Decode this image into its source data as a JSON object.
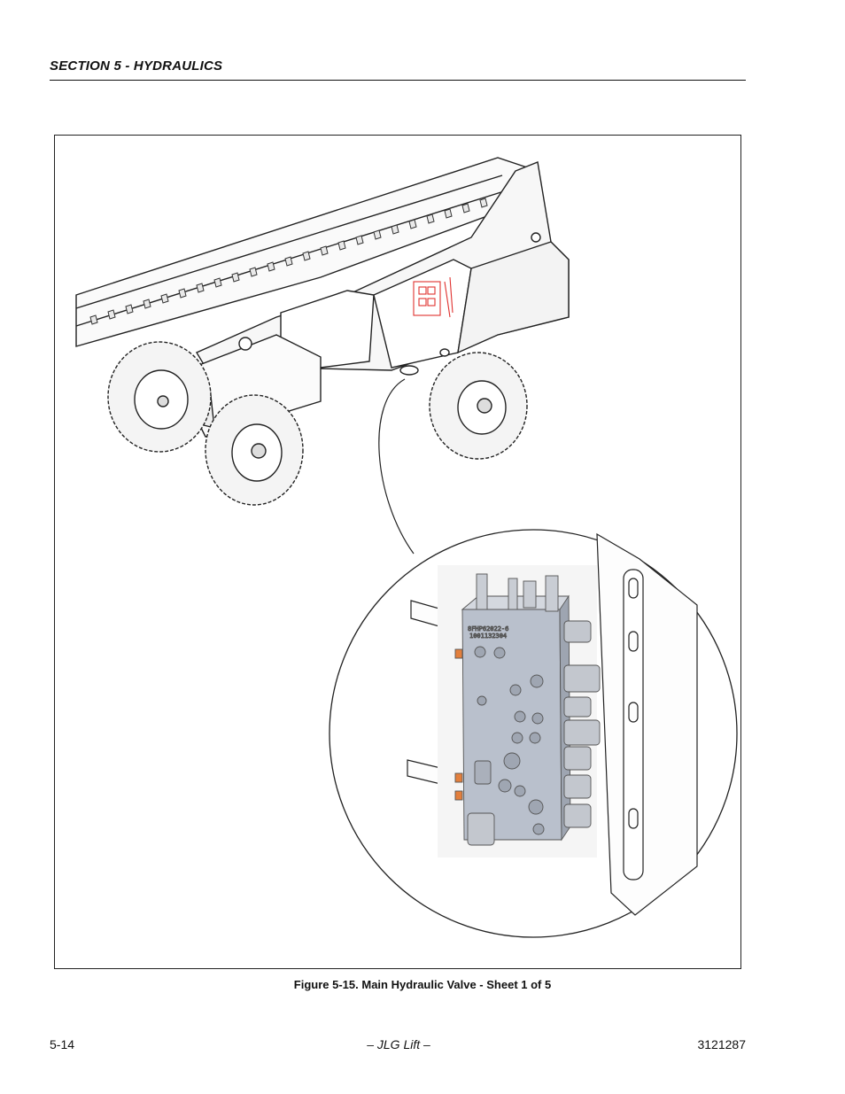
{
  "header": {
    "section_title": "SECTION 5 - HYDRAULICS"
  },
  "figure": {
    "caption": "Figure 5-15.  Main Hydraulic Valve - Sheet 1 of 5",
    "valve_label_line1": "8FHP62022-6",
    "valve_label_line2": "1001132304"
  },
  "footer": {
    "page_number": "5-14",
    "center": "– JLG Lift –",
    "doc_number": "3121287"
  },
  "colors": {
    "highlight": "#e0312f",
    "valve_body": "#b9c0cc",
    "label_text": "#2a36c8"
  }
}
